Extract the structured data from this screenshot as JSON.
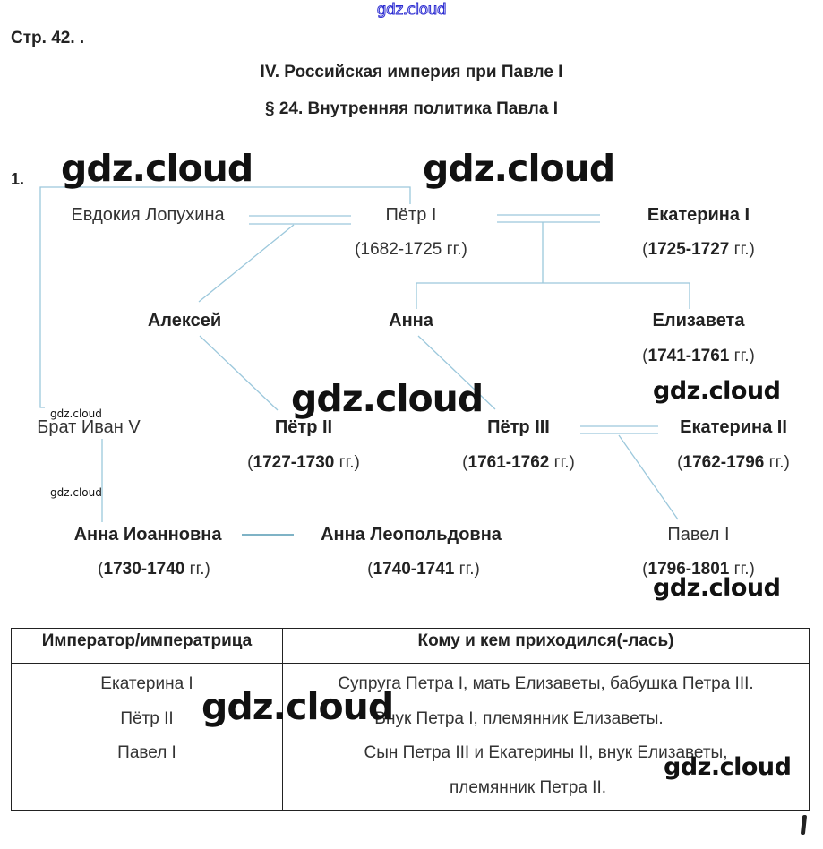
{
  "watermarks": {
    "top": "gdz.cloud",
    "big": "gdz.cloud",
    "small": "gdz.cloud"
  },
  "page_ref": "Стр. 42. .",
  "chapter_title": "IV. Российская империя при Павле I",
  "section_title": "§ 24. Внутренняя политика Павла I",
  "task_number": "1.",
  "tree": {
    "nodes": [
      {
        "id": "evdokia",
        "name": "Евдокия Лопухина"
      },
      {
        "id": "peter1",
        "name": "Пётр I",
        "years": "1682-1725",
        "suffix": " гг.)"
      },
      {
        "id": "ekaterina1",
        "name": "Екатерина I",
        "years": "1725-1727",
        "suffix": " гг.)"
      },
      {
        "id": "aleksey",
        "name": "Алексей"
      },
      {
        "id": "anna",
        "name": "Анна"
      },
      {
        "id": "elizaveta",
        "name": "Елизавета",
        "years": "1741-1761",
        "suffix": " гг.)"
      },
      {
        "id": "ivan5",
        "name": "Брат Иван V"
      },
      {
        "id": "peter2",
        "name": "Пётр II",
        "years": "1727-1730",
        "suffix": " гг.)"
      },
      {
        "id": "peter3",
        "name": "Пётр III",
        "years": "1761-1762",
        "suffix": " гг.)"
      },
      {
        "id": "ekaterina2",
        "name": "Екатерина II",
        "years": "1762-1796",
        "suffix": " гг.)"
      },
      {
        "id": "anna_ioannovna",
        "name": "Анна Иоанновна",
        "years": "1730-1740",
        "suffix": " гг.)"
      },
      {
        "id": "anna_leopoldovna",
        "name": "Анна Леопольдовна",
        "years": "1740-1741",
        "suffix": " гг.)"
      },
      {
        "id": "pavel1",
        "name": "Павел I",
        "years": "1796-1801",
        "suffix": " гг.)"
      }
    ],
    "open_paren": "("
  },
  "table": {
    "headers": [
      "Император/императрица",
      "Кому и кем приходился(-лась)"
    ],
    "rows": [
      {
        "ruler": "Екатерина I",
        "relation": "Супруга Петра I, мать Елизаветы, бабушка Петра III."
      },
      {
        "ruler": "Пётр II",
        "relation": "Внук Петра I, племянник Елизаветы."
      },
      {
        "ruler": "Павел I",
        "relation_line1": "Сын Петра III и Екатерины II, внук Елизаветы,",
        "relation_line2": "племянник Петра II."
      }
    ]
  }
}
